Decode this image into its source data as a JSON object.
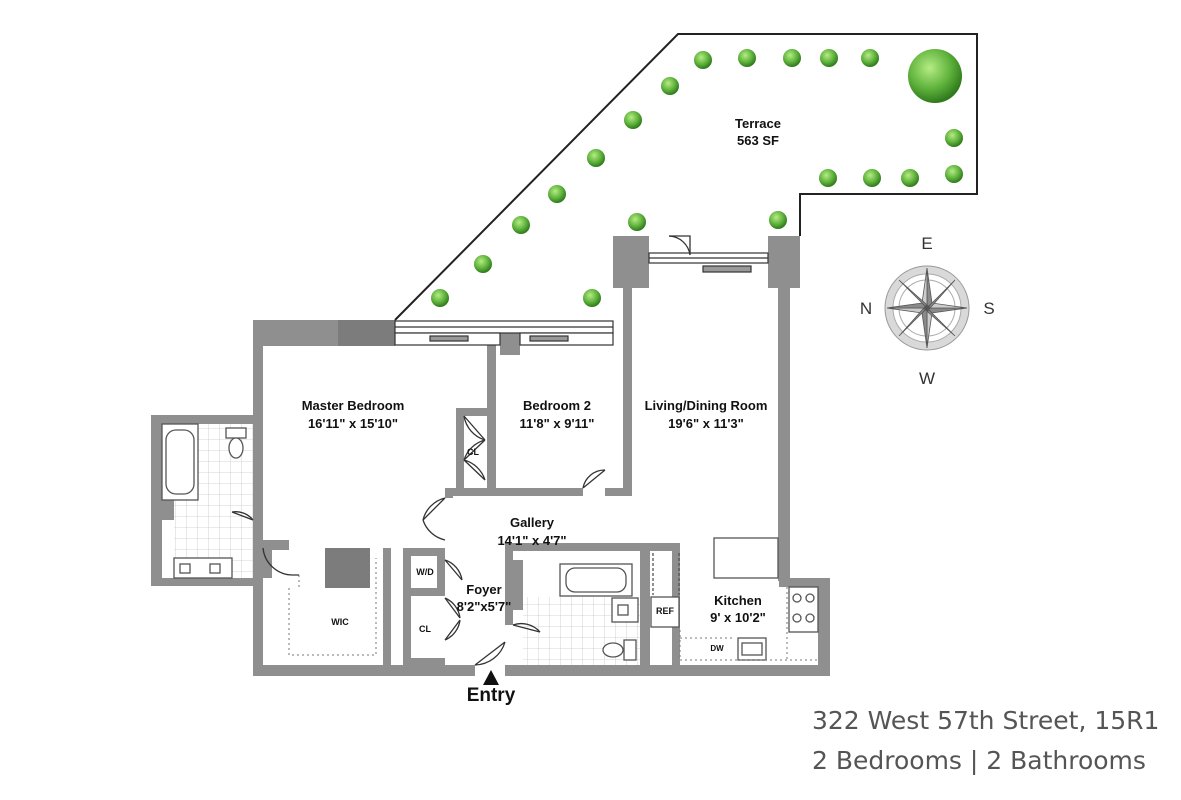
{
  "rooms": {
    "terrace": {
      "name": "Terrace",
      "size": "563 SF"
    },
    "master_bedroom": {
      "name": "Master Bedroom",
      "size": "16'11\" x 15'10\""
    },
    "bedroom_2": {
      "name": "Bedroom 2",
      "size": "11'8\" x 9'11\""
    },
    "living_dining": {
      "name": "Living/Dining Room",
      "size": "19'6\" x 11'3\""
    },
    "gallery": {
      "name": "Gallery",
      "size": "14'1\" x 4'7\""
    },
    "foyer": {
      "name": "Foyer",
      "size": "8'2\"x5'7\""
    },
    "kitchen": {
      "name": "Kitchen",
      "size": "9' x 10'2\""
    }
  },
  "fixtures": {
    "closet_bedroom2": "CL",
    "closet_foyer": "CL",
    "washer_dryer": "W/D",
    "walk_in_closet": "WIC",
    "refrigerator": "REF",
    "dishwasher": "DW"
  },
  "entry_label": "Entry",
  "compass": {
    "top": "E",
    "left": "N",
    "right": "S",
    "bottom": "W"
  },
  "listing": {
    "address": "322 West 57th Street, 15R1",
    "summary": "2 Bedrooms | 2 Bathrooms"
  },
  "colors": {
    "wall": "#8f8f8f",
    "tree": "#6cc04a",
    "text": "#111111",
    "address_text": "#555555"
  }
}
